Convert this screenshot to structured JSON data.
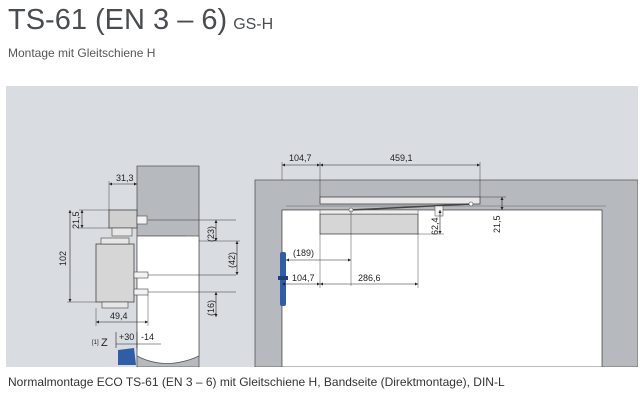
{
  "header": {
    "title": "TS-61 (EN 3 – 6)",
    "title_suffix": "GS-H",
    "subtitle": "Montage mit Gleitschiene H"
  },
  "caption": "Normalmontage ECO TS-61 (EN 3 – 6) mit Gleitschiene H, Bandseite (Direktmontage), DIN-L",
  "left_view": {
    "dims": {
      "d31_3": "31,3",
      "d21_5": "21,5",
      "d102": "102",
      "d49_4": "49,4",
      "d23": "(23)",
      "d42": "(42)",
      "d16": "(16)",
      "plus30": "+30",
      "minus14": "-14",
      "footnote": "[1]",
      "z": "Z"
    }
  },
  "right_view": {
    "dims": {
      "d104_7_top": "104,7",
      "d459_1": "459,1",
      "d62_4": "62,4",
      "d21_5": "21,5",
      "d189": "(189)",
      "d104_7_bottom": "104,7",
      "d286_6": "286,6"
    }
  },
  "colors": {
    "figure_bg": "#d9dce1",
    "wall": "#b6b9bd",
    "door": "#ffffff",
    "closer": "#d0d0d0",
    "hinge_blue": "#2f5ea8",
    "title": "#4a4d50"
  }
}
